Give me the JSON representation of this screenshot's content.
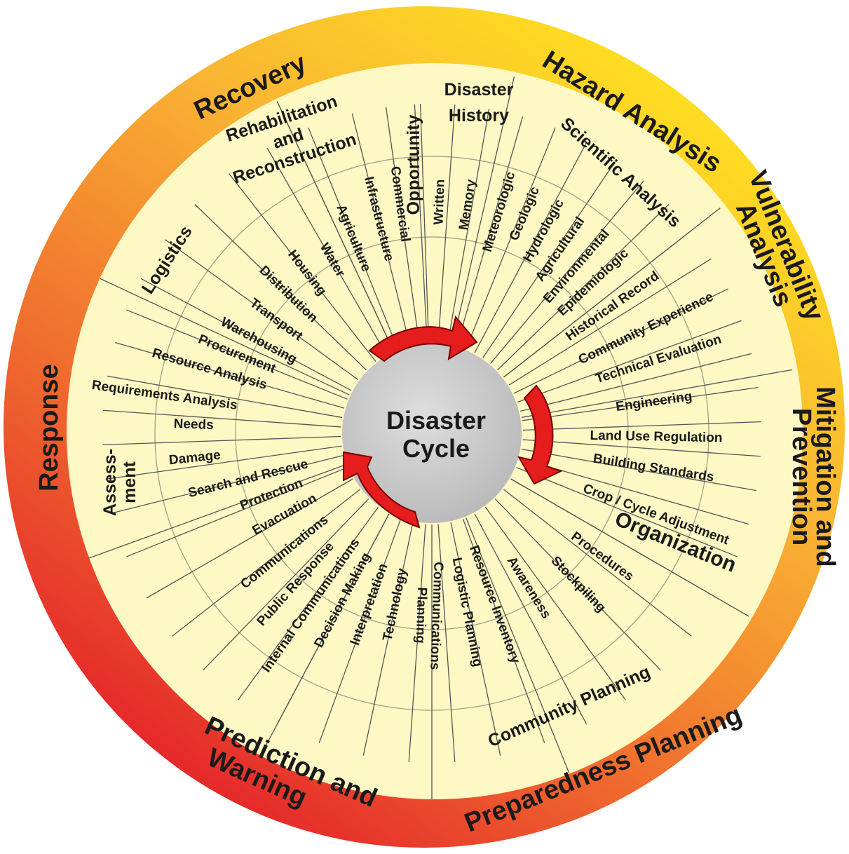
{
  "center": {
    "line1": "Disaster",
    "line2": "Cycle"
  },
  "colors": {
    "ring_top": "#ffd21f",
    "ring_mid": "#f7a135",
    "ring_bottom": "#e8282a",
    "inner": "#fdf8c0",
    "hub": "#c9c9c9",
    "arrows": "#e51d1d"
  },
  "phases": [
    {
      "id": "hazard",
      "label": "Hazard Analysis"
    },
    {
      "id": "vulnerability",
      "line1": "Vulnerability",
      "line2": "Analysis"
    },
    {
      "id": "mitigation",
      "line1": "Mitigation and",
      "line2": "Prevention"
    },
    {
      "id": "preparedness",
      "label": "Preparedness Planning"
    },
    {
      "id": "prediction",
      "line1": "Prediction and",
      "line2": "Warning"
    },
    {
      "id": "response",
      "label": "Response"
    },
    {
      "id": "recovery",
      "label": "Recovery"
    }
  ],
  "categories": {
    "disaster_history": {
      "line1": "Disaster",
      "line2": "History"
    },
    "scientific_analysis": "Scientific Analysis",
    "opportunity": "Opportunity",
    "rehab": {
      "line1": "Rehabilitation",
      "line2": "and",
      "line3": "Reconstruction"
    },
    "logistics": "Logistics",
    "assessment": {
      "line1": "Assess-",
      "line2": "ment"
    },
    "organization": "Organization",
    "community_planning": "Community Planning"
  },
  "items": {
    "written": "Written",
    "memory": "Memory",
    "meteorologic": "Meteorologic",
    "geologic": "Geologic",
    "hydrologic": "Hydrologic",
    "agricultural": "Agricultural",
    "environmental": "Environmental",
    "epidemiologic": "Epidemiologic",
    "historical_record": "Historical Record",
    "community_experience": "Community Experience",
    "technical_evaluation": "Technical Evaluation",
    "engineering": "Engineering",
    "land_use": "Land Use Regulation",
    "building_standards": "Building Standards",
    "crop_cycle": "Crop / Cycle Adjustment",
    "procedures": "Procedures",
    "stockpiling": "Stockpiling",
    "awareness": "Awareness",
    "resource_inventory": "Resource Inventory",
    "logistic_planning": "Logistic Planning",
    "communications_planning": {
      "line1": "Communications",
      "line2": "Planning"
    },
    "technology": "Technology",
    "interpretation": "Interpretation",
    "decision_making": "Decision Making",
    "internal_communications": "Internal Communications",
    "public_response": "Public Response",
    "communications": "Communications",
    "evacuation": "Evacuation",
    "protection": "Protection",
    "search_rescue": "Search and Rescue",
    "damage": "Damage",
    "needs": "Needs",
    "requirements_analysis": "Requirements Analysis",
    "resource_analysis": "Resource Analysis",
    "procurement": "Procurement",
    "warehousing": "Warehousing",
    "transport": "Transport",
    "distribution": "Distribution",
    "housing": "Housing",
    "water": "Water",
    "agriculture": "Agriculture",
    "infrastructure": "Infrastructure",
    "commercial": "Commercial"
  }
}
